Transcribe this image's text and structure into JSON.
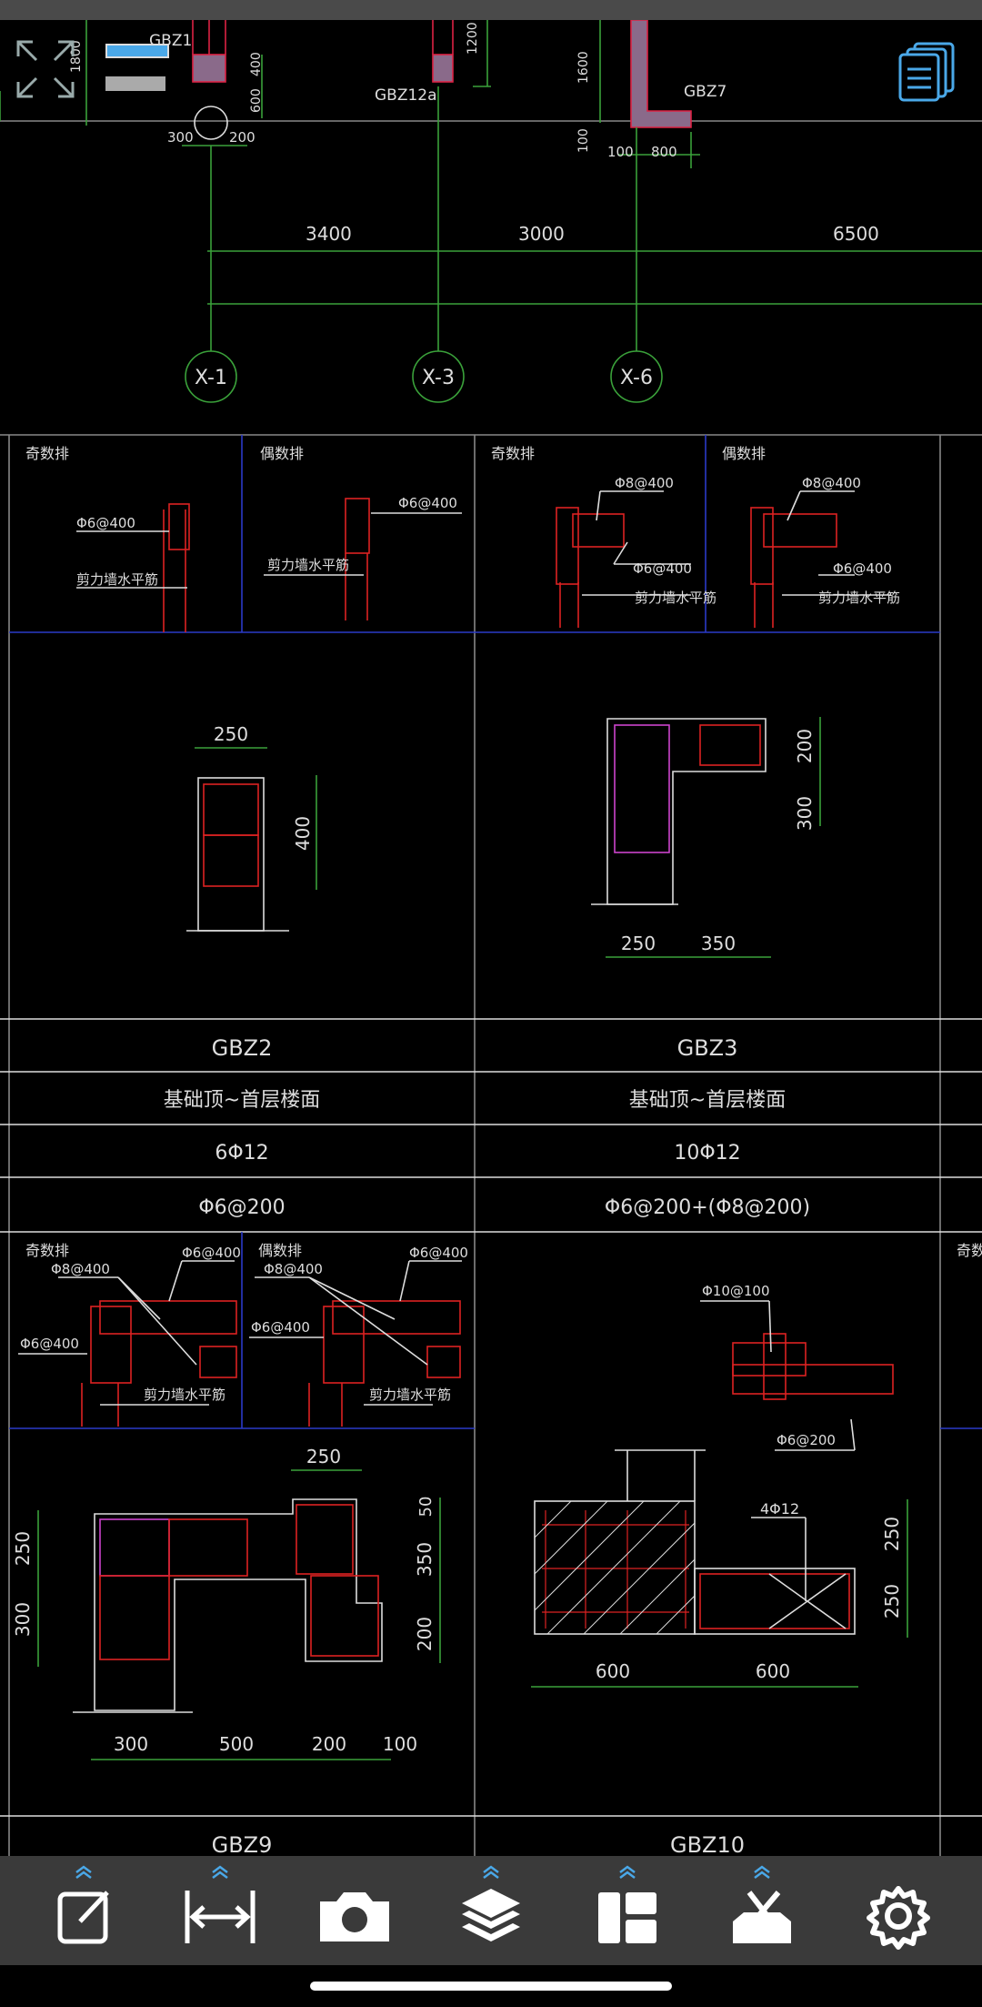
{
  "drawing": {
    "top_labels": {
      "gbz1": "GBZ1",
      "gbz12a": "GBZ12a",
      "gbz7": "GBZ7",
      "d1800": "1800",
      "d300": "300",
      "d200": "200",
      "d400": "400",
      "d600": "600",
      "d1200": "1200",
      "d1600": "1600",
      "d100a": "100",
      "d100b": "100",
      "d800": "800"
    },
    "grid_dims": [
      "3400",
      "3000",
      "6500"
    ],
    "axes": [
      "X-1",
      "X-3",
      "X-6"
    ],
    "detail_labels": {
      "odd": "奇数排",
      "even": "偶数排",
      "phi6_400": "Φ6@400",
      "phi8_400": "Φ8@400",
      "wall_rebar": "剪力墙水平筋"
    },
    "sections": {
      "gbz2": {
        "w": "250",
        "h": "400"
      },
      "gbz3": {
        "a": "200",
        "b": "300",
        "c": "250",
        "d": "350"
      },
      "gbz9": {
        "top": "250",
        "left1": "250",
        "left2": "300",
        "r1": "50",
        "r2": "350",
        "r3": "200",
        "b1": "300",
        "b2": "500",
        "b3": "200",
        "b4": "100"
      },
      "gbz10": {
        "ring": "Φ10@100",
        "tie": "Φ6@200",
        "bars": "4Φ12",
        "r1": "250",
        "r2": "250",
        "b1": "600",
        "b2": "600"
      }
    },
    "table": {
      "col1": [
        "GBZ2",
        "基础顶~首层楼面",
        "6Φ12",
        "Φ6@200"
      ],
      "col2": [
        "GBZ3",
        "基础顶~首层楼面",
        "10Φ12",
        "Φ6@200+(Φ8@200)"
      ]
    },
    "bottom_names": [
      "GBZ9",
      "GBZ10"
    ]
  },
  "toolbar": {
    "tools": [
      {
        "name": "edit-icon",
        "expandable": true
      },
      {
        "name": "measure-icon",
        "expandable": true
      },
      {
        "name": "camera-icon",
        "expandable": false
      },
      {
        "name": "layers-icon",
        "expandable": true
      },
      {
        "name": "layout-icon",
        "expandable": true
      },
      {
        "name": "toolbox-icon",
        "expandable": true
      },
      {
        "name": "gear-icon",
        "expandable": false
      }
    ],
    "accent": "#4aa8e8"
  }
}
